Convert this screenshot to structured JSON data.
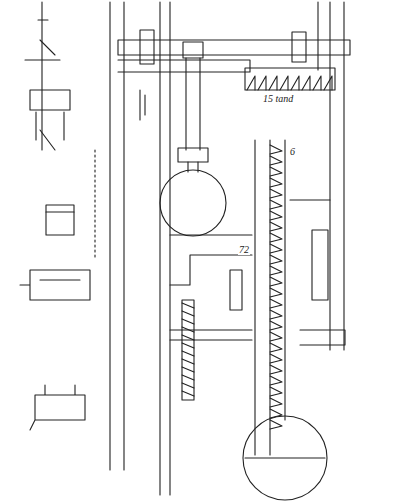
{
  "diagram": {
    "labels": [
      "15 tand",
      "6",
      "72"
    ]
  }
}
